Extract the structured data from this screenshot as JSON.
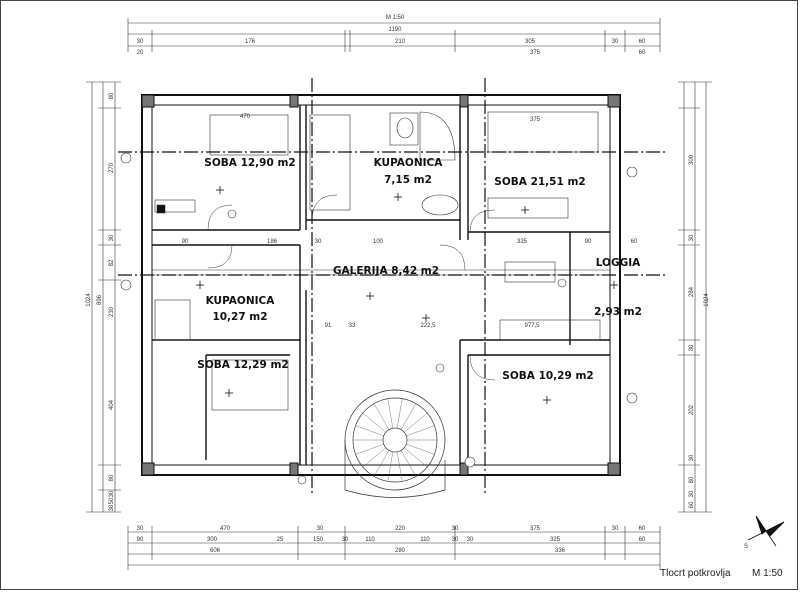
{
  "title": "Tlocrt potkrovlja",
  "scale": "M 1:50",
  "rooms": [
    {
      "name": "SOBA 12,90 m2"
    },
    {
      "name": "KUPAONICA",
      "area": "7,15 m2"
    },
    {
      "name": "SOBA 21,51 m2"
    },
    {
      "name": "GALERIJA 8,42 m2"
    },
    {
      "name": "LOGGIA",
      "area": "2,93 m2"
    },
    {
      "name": "KUPAONICA",
      "area": "10,27 m2"
    },
    {
      "name": "SOBA 12,29 m2"
    },
    {
      "name": "SOBA 10,29 m2"
    }
  ],
  "top_dims": {
    "overall": "1190",
    "row1": [
      "30",
      "176",
      "210",
      "305",
      "30",
      "60"
    ],
    "row2": [
      "20",
      "375",
      "60"
    ]
  },
  "bottom_dims": {
    "row1": [
      "30",
      "470",
      "30",
      "220",
      "30",
      "375",
      "30",
      "60"
    ],
    "row2": [
      "90",
      "300",
      "25",
      "150",
      "30",
      "110",
      "110",
      "30",
      "30",
      "325",
      "60"
    ],
    "row3": [
      "606",
      "280",
      "336"
    ]
  },
  "left_dims": [
    "80",
    "270",
    "30",
    "82",
    "230",
    "404",
    "80",
    "30",
    "50",
    "30"
  ],
  "left_overall": [
    "1024",
    "896"
  ],
  "right_dims": [
    "300",
    "30",
    "284",
    "30",
    "202",
    "30",
    "80",
    "30",
    "60"
  ],
  "right_overall": "1024",
  "inner_dims": [
    "470",
    "375",
    "90",
    "186",
    "100",
    "325",
    "90",
    "60",
    "977,5",
    "222,5",
    "91",
    "33",
    "30"
  ],
  "compass_label": "S"
}
